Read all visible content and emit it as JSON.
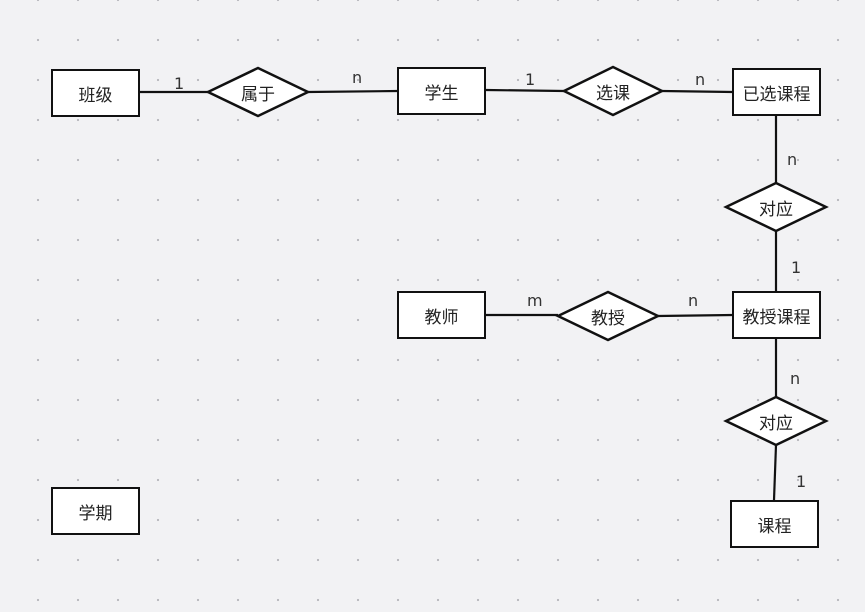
{
  "diagram": {
    "entities": {
      "class": "班级",
      "student": "学生",
      "selected_course": "已选课程",
      "teacher": "教师",
      "teaching_course": "教授课程",
      "course": "课程",
      "semester": "学期"
    },
    "relationships": {
      "belongs_to": "属于",
      "select_course": "选课",
      "corresponds_1": "对应",
      "teach": "教授",
      "corresponds_2": "对应"
    },
    "cardinalities": {
      "class_belongs": "1",
      "belongs_student": "n",
      "student_select": "1",
      "select_selected": "n",
      "selected_corr1": "n",
      "corr1_teaching": "1",
      "teacher_teach": "m",
      "teach_teaching": "n",
      "teaching_corr2": "n",
      "corr2_course": "1"
    },
    "colors": {
      "stroke": "#111111",
      "fill": "#ffffff",
      "background": "#f2f2f4"
    }
  }
}
